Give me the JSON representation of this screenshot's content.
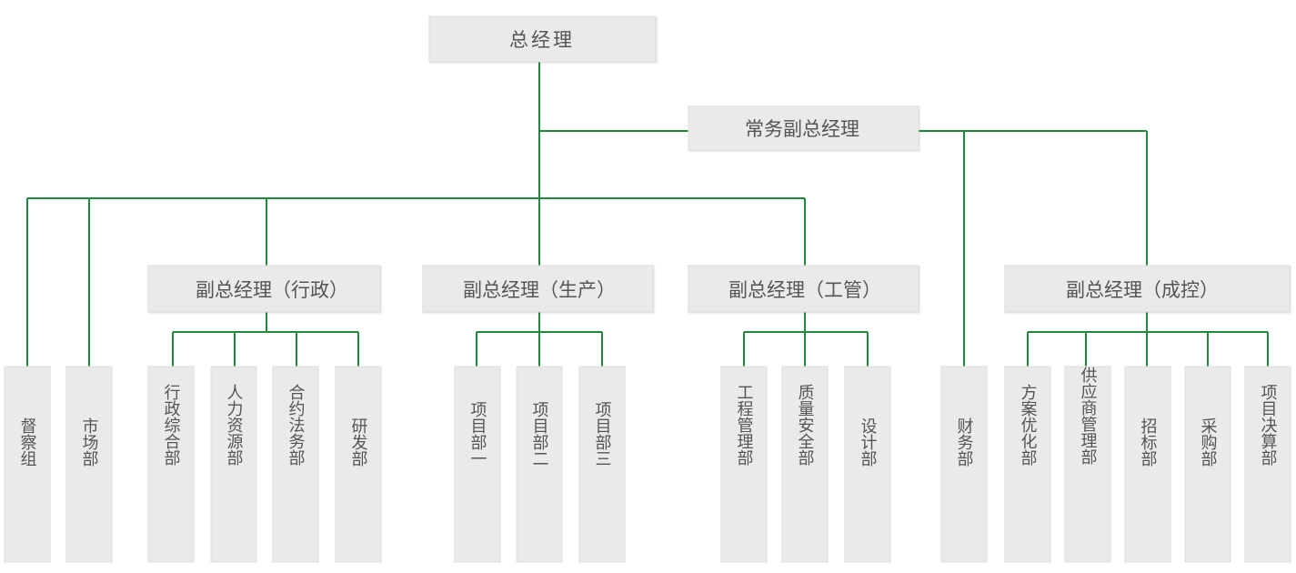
{
  "org_chart": {
    "ceo": "总经理",
    "executive_vp": "常务副总经理",
    "vp_admin": "副总经理（行政）",
    "vp_production": "副总经理（生产）",
    "vp_engineering": "副总经理（工管）",
    "vp_cost_control": "副总经理（成控）",
    "departments": {
      "supervision_group": "督察组",
      "marketing": "市场部",
      "admin_general": "行政综合部",
      "hr": "人力资源部",
      "contract_legal": "合约法务部",
      "rnd": "研发部",
      "project_1": "项目部一",
      "project_2": "项目部二",
      "project_3": "项目部三",
      "engineering_mgmt": "工程管理部",
      "quality_safety": "质量安全部",
      "design": "设计部",
      "finance": "财务部",
      "scheme_optimization": "方案优化部",
      "supplier_mgmt": "供应商管理部",
      "tendering": "招标部",
      "procurement": "采购部",
      "project_final_accounts": "项目决算部"
    }
  },
  "colors": {
    "connector": "#1e8a3a",
    "box_fill": "#eaeaea",
    "text": "#555555"
  }
}
